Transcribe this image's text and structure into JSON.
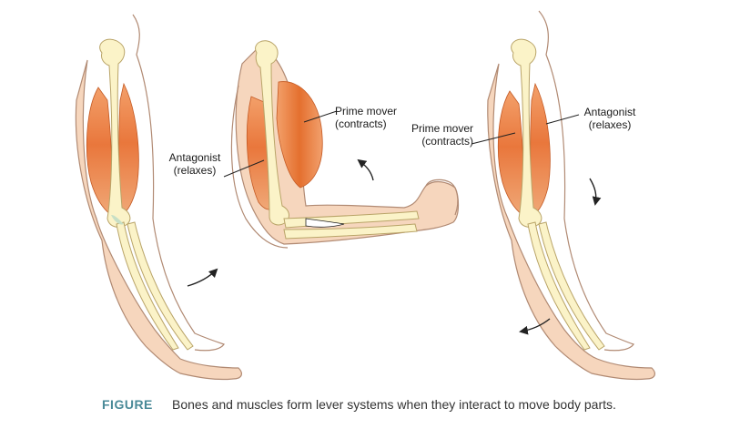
{
  "labels": {
    "antagonist_left": {
      "line1": "Antagonist",
      "line2": "(relaxes)"
    },
    "prime_mover_middle": {
      "line1": "Prime mover",
      "line2": "(contracts)"
    },
    "prime_mover_right": {
      "line1": "Prime mover",
      "line2": "(contracts)"
    },
    "antagonist_right": {
      "line1": "Antagonist",
      "line2": "(relaxes)"
    }
  },
  "caption": {
    "tag": "FIGURE",
    "text": "Bones and muscles form lever systems when they interact to move body parts."
  },
  "colors": {
    "skin": "#f6d6bd",
    "skin_outline": "#b18a73",
    "bone": "#fbf3c8",
    "bone_outline": "#b9a468",
    "muscle": "#ee8a4f",
    "muscle_dark": "#d9642e",
    "tendon": "#c7dfc6",
    "caption_tag": "#4a8a98"
  }
}
